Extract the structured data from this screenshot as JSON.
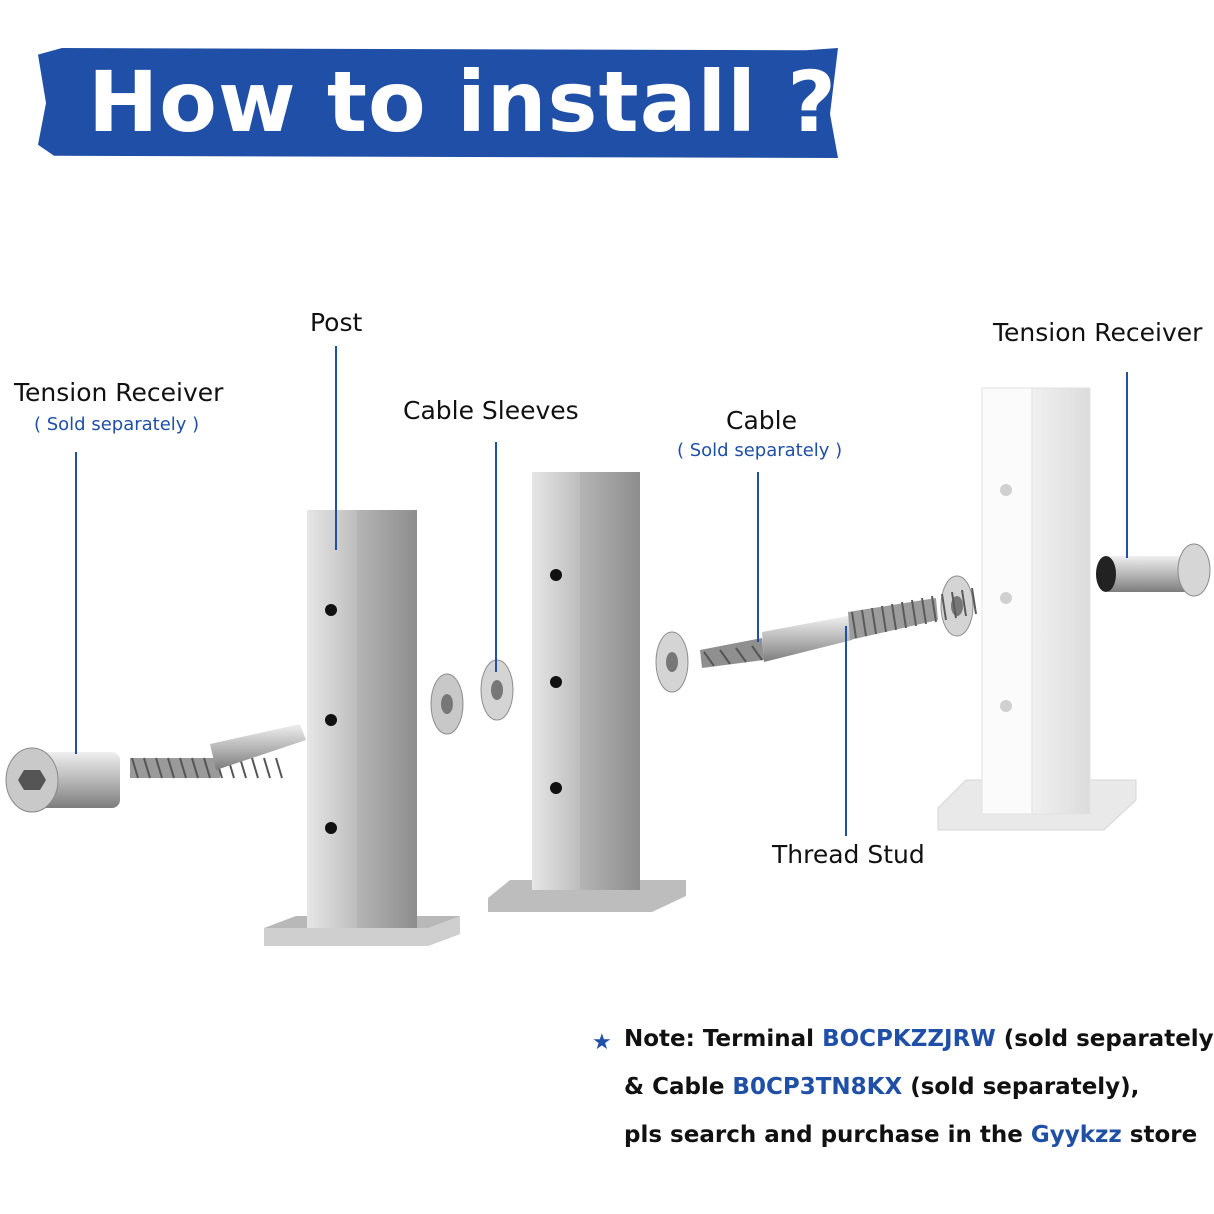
{
  "banner": {
    "title": "How to install ?"
  },
  "labels": {
    "post": "Post",
    "tension_receiver_left": "Tension Receiver",
    "tension_receiver_left_sub": "( Sold separately )",
    "cable_sleeves": "Cable Sleeves",
    "cable": "Cable",
    "cable_sub": "( Sold separately )",
    "tension_receiver_right": "Tension Receiver",
    "thread_stud": "Thread Stud"
  },
  "note": {
    "line1_prefix": "Note: Terminal ",
    "line1_code": "BOCPKZZJRW",
    "line1_suffix": " (sold separately)",
    "line2_prefix": "& Cable ",
    "line2_code": "B0CP3TN8KX",
    "line2_suffix": " (sold separately),",
    "line3_prefix": "pls search and purchase in the ",
    "line3_store": "Gyykzz",
    "line3_suffix": " store"
  },
  "colors": {
    "accent": "#1f4fa6",
    "steel": "#c8c8c8",
    "white_post": "#f3f3f3"
  },
  "icons": {
    "note_marker": "star-icon"
  }
}
